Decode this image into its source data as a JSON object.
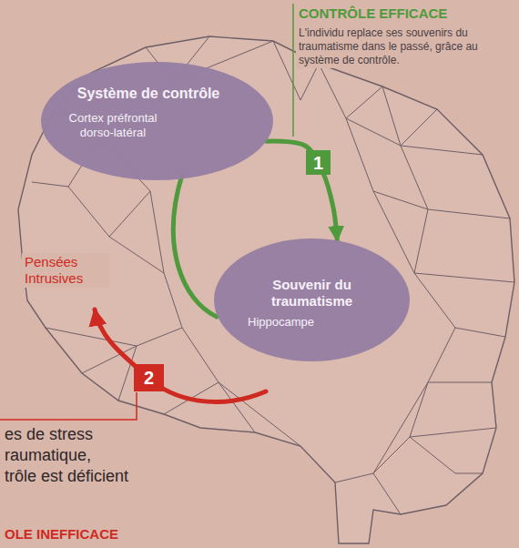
{
  "diagram": {
    "nodes": [
      {
        "text": [
          "Système de contrôle",
          "Cortex préfrontal dorso-latéral"
        ]
      },
      {
        "text": [
          "Souvenir du traumatisme",
          "Hippocampe"
        ]
      },
      {
        "text": [
          "1"
        ]
      },
      {
        "text": [
          "2"
        ]
      }
    ],
    "edges": [
      {
        "from": 0,
        "to": 1,
        "arrow": "to"
      }
    ],
    "labels": [
      "CONTRÔLE EFFICACE",
      "L'individu replace ses souvenirs du traumatisme dans le passé, grâce au système de contrôle.",
      "Pensées Intrusives",
      "es de stress",
      "raumatique,",
      "trôle est déficient",
      "OLE INEFFICACE"
    ]
  }
}
